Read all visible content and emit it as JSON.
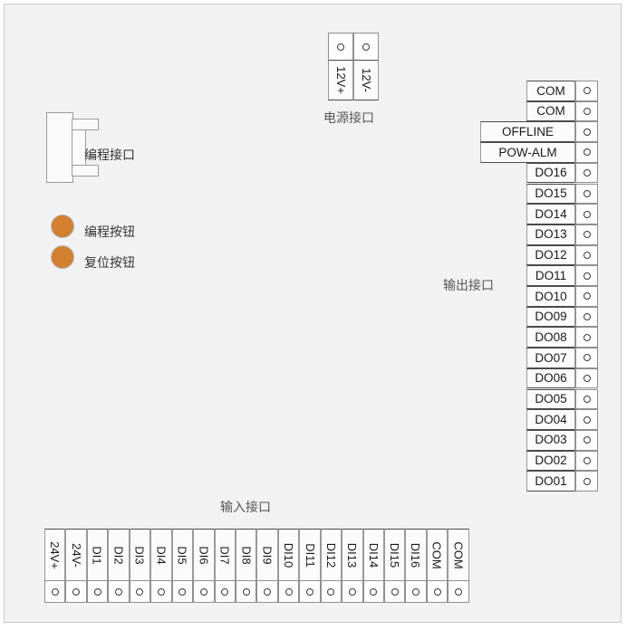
{
  "device": {
    "power": {
      "caption": "电源接口",
      "terminals": [
        "12V+",
        "12V-"
      ]
    },
    "programming": {
      "caption": "编程接口"
    },
    "buttons": [
      {
        "label": "编程按钮",
        "color": "#d2802f"
      },
      {
        "label": "复位按钮",
        "color": "#d2802f"
      }
    ],
    "output": {
      "caption": "输出接口",
      "rows": [
        {
          "label": "COM",
          "wide": false
        },
        {
          "label": "COM",
          "wide": false
        },
        {
          "label": "OFFLINE",
          "wide": true
        },
        {
          "label": "POW-ALM",
          "wide": true
        },
        {
          "label": "DO16",
          "wide": false
        },
        {
          "label": "DO15",
          "wide": false
        },
        {
          "label": "DO14",
          "wide": false
        },
        {
          "label": "DO13",
          "wide": false
        },
        {
          "label": "DO12",
          "wide": false
        },
        {
          "label": "DO11",
          "wide": false
        },
        {
          "label": "DO10",
          "wide": false
        },
        {
          "label": "DO09",
          "wide": false
        },
        {
          "label": "DO08",
          "wide": false
        },
        {
          "label": "DO07",
          "wide": false
        },
        {
          "label": "DO06",
          "wide": false
        },
        {
          "label": "DO05",
          "wide": false
        },
        {
          "label": "DO04",
          "wide": false
        },
        {
          "label": "DO03",
          "wide": false
        },
        {
          "label": "DO02",
          "wide": false
        },
        {
          "label": "DO01",
          "wide": false
        }
      ]
    },
    "input": {
      "caption": "输入接口",
      "terminals": [
        "24V+",
        "24V-",
        "DI1",
        "DI2",
        "DI3",
        "DI4",
        "DI5",
        "DI6",
        "DI7",
        "DI8",
        "DI9",
        "DI10",
        "DI11",
        "DI12",
        "DI13",
        "DI14",
        "DI15",
        "DI16",
        "COM",
        "COM"
      ]
    }
  }
}
